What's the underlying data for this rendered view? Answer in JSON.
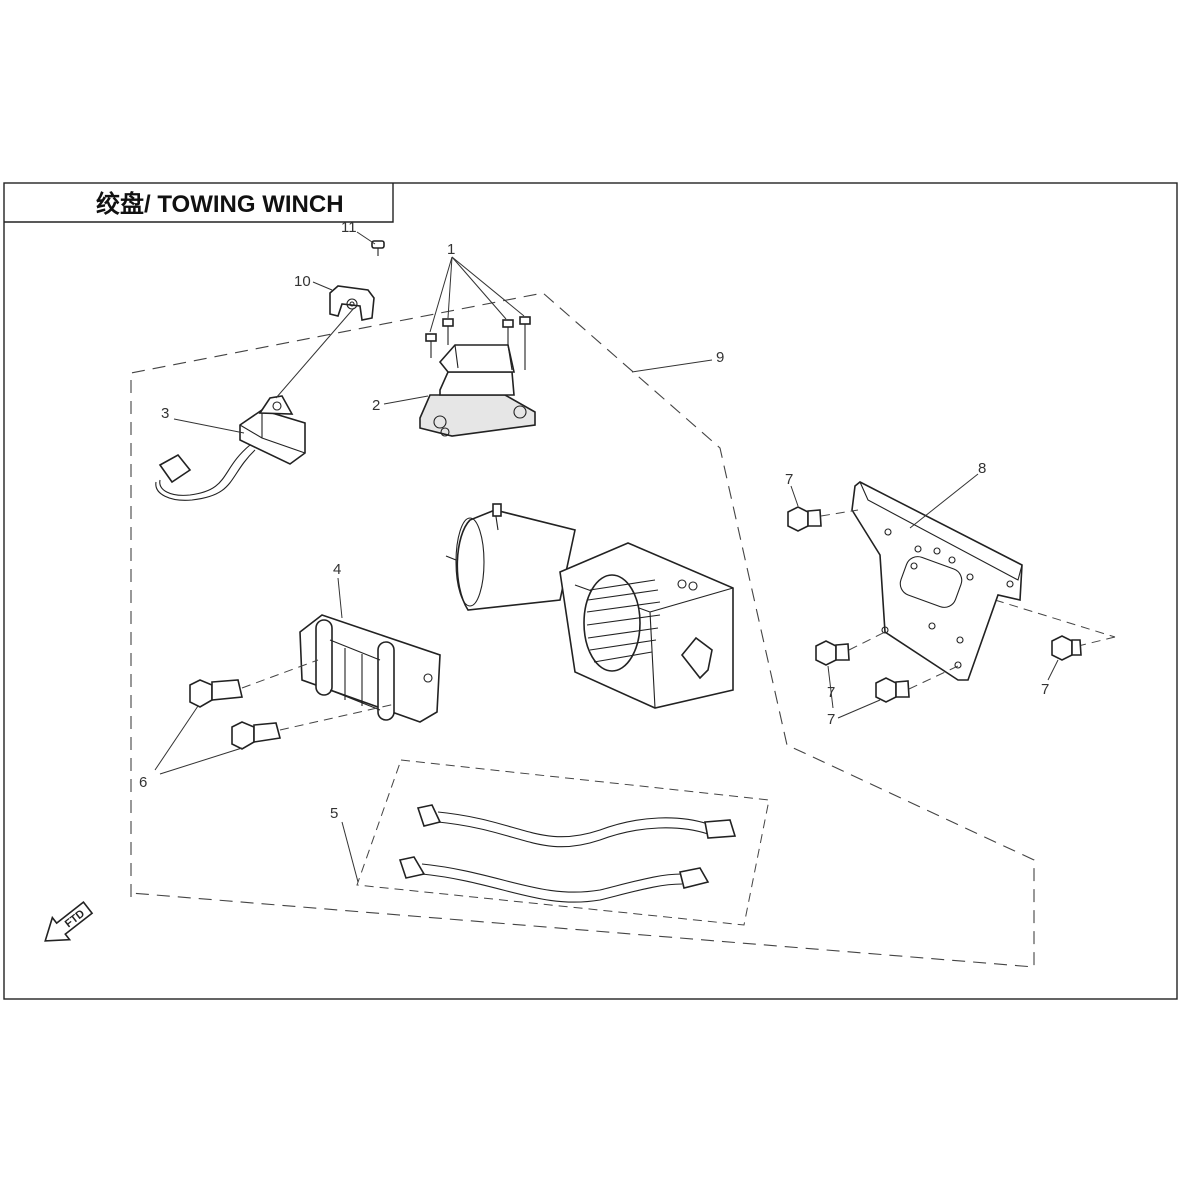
{
  "title": "绞盘/ TOWING  WINCH",
  "front_arrow_label": "FTD",
  "callouts": [
    "11",
    "10",
    "1",
    "9",
    "2",
    "3",
    "7",
    "8",
    "4",
    "7",
    "7",
    "7",
    "6",
    "5"
  ],
  "parts": {
    "relay": "relay-icon",
    "remote-switch": "switch-icon",
    "switch-bracket": "bracket-icon",
    "fairlead": "fairlead-icon",
    "winch": "winch-icon",
    "mounting-plate": "plate-icon",
    "cables": "cable-icon",
    "bolts": "bolt-icon"
  }
}
